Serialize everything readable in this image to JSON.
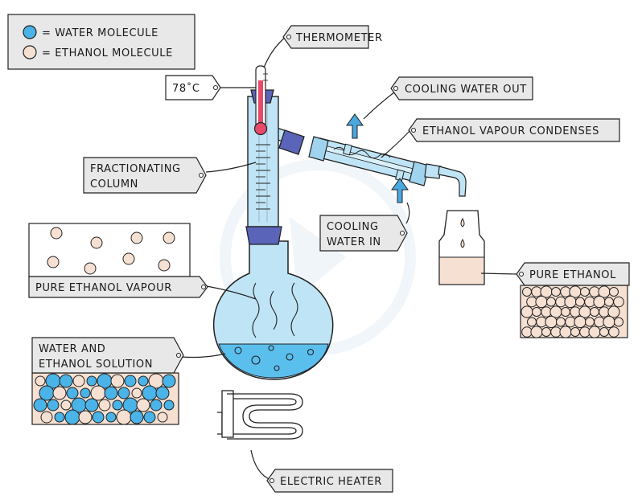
{
  "legend": {
    "water": "= WATER MOLECULE",
    "ethanol": "= ETHANOL MOLECULE"
  },
  "labels": {
    "thermometer": "THERMOMETER",
    "temperature": "78˚C",
    "cooling_water_out": "COOLING WATER OUT",
    "ethanol_vapour_condenses": "ETHANOL VAPOUR CONDENSES",
    "fractionating_column": [
      "FRACTIONATING",
      "COLUMN"
    ],
    "cooling_water_in": [
      "COOLING",
      "WATER IN"
    ],
    "pure_ethanol": "PURE ETHANOL",
    "pure_ethanol_vapour": "PURE ETHANOL VAPOUR",
    "water_and_ethanol_solution": [
      "WATER AND",
      "ETHANOL SOLUTION"
    ],
    "electric_heater": "ELECTRIC HEATER"
  },
  "colors": {
    "water_molecule": "#4ab3e8",
    "ethanol_molecule": "#f6e0d2",
    "glass": "#bfe4f6",
    "liquid": "#5bbfed",
    "stopper": "#5a64b8",
    "thermometer_liquid": "#e84a6a",
    "arrow": "#4aa8e0",
    "tag": "#e8e8e8"
  }
}
